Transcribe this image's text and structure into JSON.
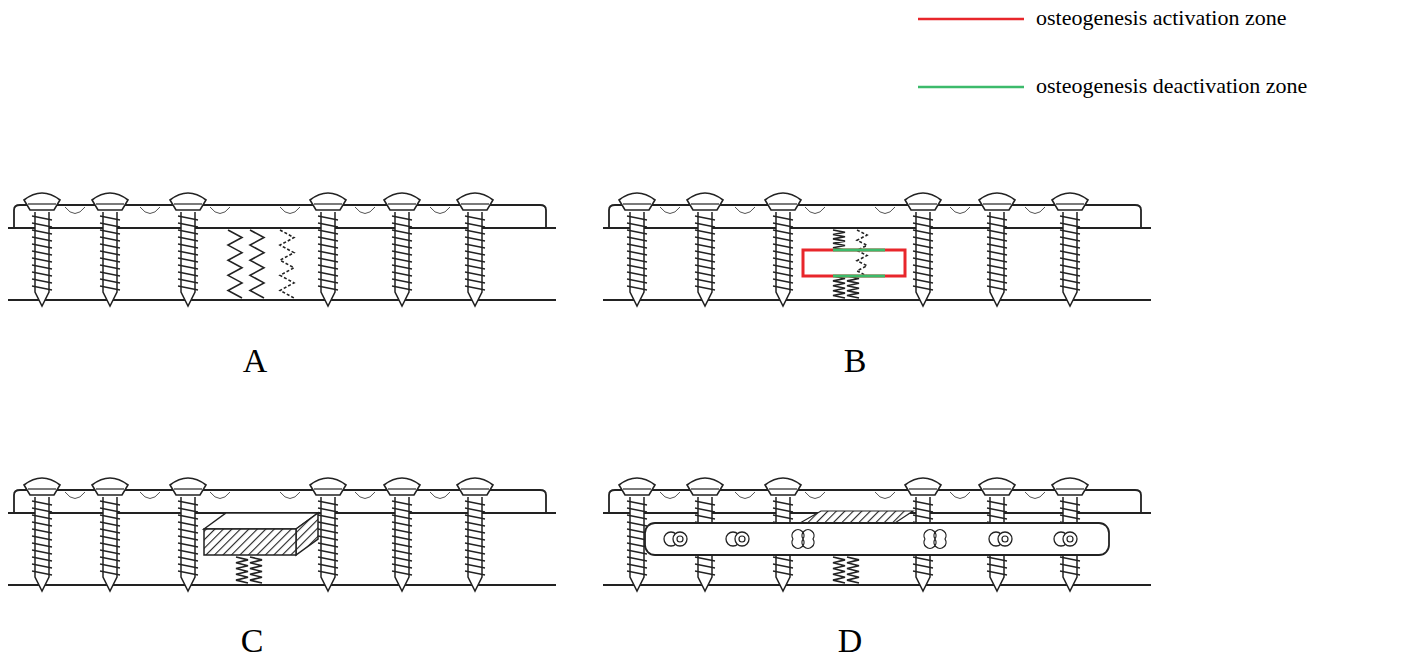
{
  "diagram": {
    "labels": [
      "A",
      "B",
      "C",
      "D"
    ],
    "legend": [
      {
        "text": "osteogenesis activation zone"
      },
      {
        "text": "osteogenesis deactivation zone"
      }
    ]
  }
}
